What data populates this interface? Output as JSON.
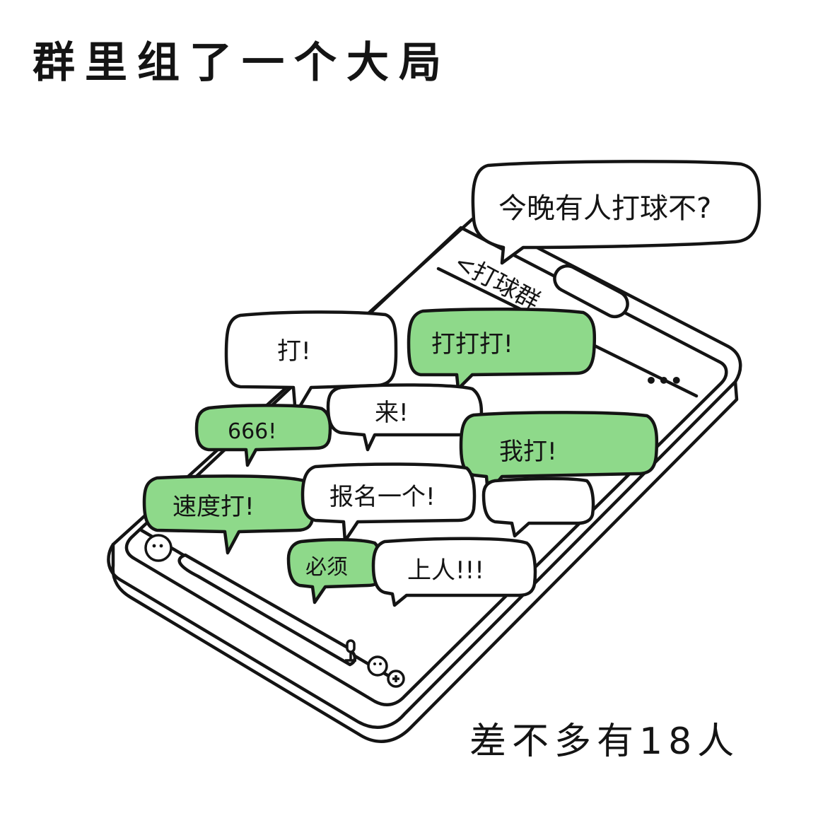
{
  "title": "群里组了一个大局",
  "subtitle": "差不多有18人",
  "phone": {
    "header": "<打球群",
    "more_label": "•••",
    "emoji_icon": "smiley-icon",
    "voice_icon": "microphone-icon",
    "plus_icon": "plus-icon"
  },
  "colors": {
    "ink": "#141414",
    "bubble_green": "#8ed98a",
    "bubble_white": "#ffffff"
  },
  "messages": [
    {
      "id": "question",
      "text": "今晚有人打球不?",
      "color": "white"
    },
    {
      "id": "m1",
      "text": "打!",
      "color": "white"
    },
    {
      "id": "m2",
      "text": "打打打!",
      "color": "green"
    },
    {
      "id": "m3",
      "text": "666!",
      "color": "green"
    },
    {
      "id": "m4",
      "text": "来!",
      "color": "white"
    },
    {
      "id": "m5",
      "text": "我打!",
      "color": "green"
    },
    {
      "id": "m6",
      "text": "速度打!",
      "color": "green"
    },
    {
      "id": "m7",
      "text": "报名一个!",
      "color": "white"
    },
    {
      "id": "m8",
      "text": "",
      "color": "white"
    },
    {
      "id": "m9",
      "text": "必须",
      "color": "green"
    },
    {
      "id": "m10",
      "text": "上人!!!",
      "color": "white"
    }
  ]
}
